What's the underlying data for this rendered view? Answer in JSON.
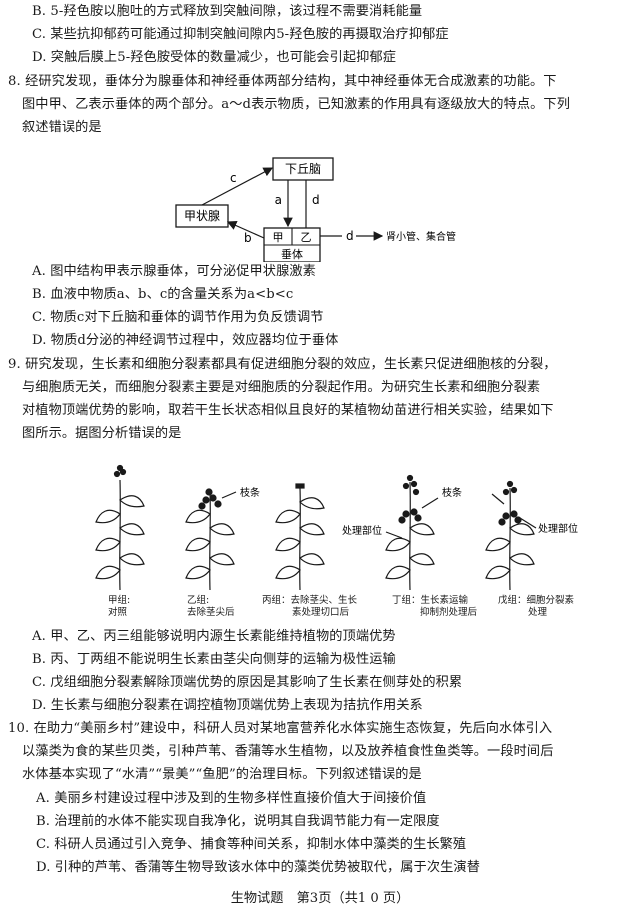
{
  "q7_tail": {
    "B": "B. 5-羟色胺以胞吐的方式释放到突触间隙，该过程不需要消耗能量",
    "C": "C. 某些抗抑郁药可能通过抑制突触间隙内5-羟色胺的再摄取治疗抑郁症",
    "D": "D. 突触后膜上5-羟色胺受体的数量减少，也可能会引起抑郁症"
  },
  "q8": {
    "line1": "8. 经研究发现，垂体分为腺垂体和神经垂体两部分结构，其中神经垂体无合成激素的功能。下",
    "line2": "图中甲、乙表示垂体的两个部分。a～d表示物质，已知激素的作用具有逐级放大的特点。下列",
    "line3": "叙述错误的是",
    "diagram": {
      "hypothalamus": "下丘脑",
      "thyroid": "甲状腺",
      "jia": "甲",
      "yi": "乙",
      "pituitary": "垂体",
      "a": "a",
      "b": "b",
      "c": "c",
      "d": "d",
      "target": "肾小管、集合管"
    },
    "A": "A. 图中结构甲表示腺垂体，可分泌促甲状腺激素",
    "B": "B. 血液中物质a、b、c的含量关系为a<b<c",
    "C": "C. 物质c对下丘脑和垂体的调节作用为负反馈调节",
    "D": "D. 物质d分泌的神经调节过程中，效应器均位于垂体"
  },
  "q9": {
    "line1": "9. 研究发现，生长素和细胞分裂素都具有促进细胞分裂的效应，生长素只促进细胞核的分裂，",
    "line2": "与细胞质无关，而细胞分裂素主要是对细胞质的分裂起作用。为研究生长素和细胞分裂素",
    "line3": "对植物顶端优势的影响，取若干生长状态相似且良好的某植物幼苗进行相关实验，结果如下",
    "line4": "图所示。据图分析错误的是",
    "figure": {
      "branch1": "枝条",
      "branch2": "枝条",
      "treat1": "处理部位",
      "treat2": "处理部位",
      "cap_jia_1": "甲组:",
      "cap_jia_2": "对照",
      "cap_yi_1": "乙组:",
      "cap_yi_2": "去除茎尖后",
      "cap_bing_1": "丙组：去除茎尖、生长",
      "cap_bing_2": "素处理切口后",
      "cap_ding_1": "丁组：生长素运输",
      "cap_ding_2": "抑制剂处理后",
      "cap_wu_1": "戊组：细胞分裂素",
      "cap_wu_2": "处理"
    },
    "A": "A. 甲、乙、丙三组能够说明内源生长素能维持植物的顶端优势",
    "B": "B. 丙、丁两组不能说明生长素由茎尖向侧芽的运输为极性运输",
    "C": "C. 戊组细胞分裂素解除顶端优势的原因是其影响了生长素在侧芽处的积累",
    "D": "D. 生长素与细胞分裂素在调控植物顶端优势上表现为拮抗作用关系"
  },
  "q10": {
    "line1": "10. 在助力“美丽乡村”建设中，科研人员对某地富营养化水体实施生态恢复，先后向水体引入",
    "line2": "以藻类为食的某些贝类，引种芦苇、香蒲等水生植物，以及放养植食性鱼类等。一段时间后",
    "line3": "水体基本实现了“水清”“景美”“鱼肥”的治理目标。下列叙述错误的是",
    "A": "A. 美丽乡村建设过程中涉及到的生物多样性直接价值大于间接价值",
    "B": "B. 治理前的水体不能实现自我净化，说明其自我调节能力有一定限度",
    "C": "C. 科研人员通过引入竞争、捕食等种间关系，抑制水体中藻类的生长繁殖",
    "D": "D. 引种的芦苇、香蒲等生物导致该水体中的藻类优势被取代，属于次生演替"
  },
  "footer": "生物试题　第3页（共1 0 页）"
}
